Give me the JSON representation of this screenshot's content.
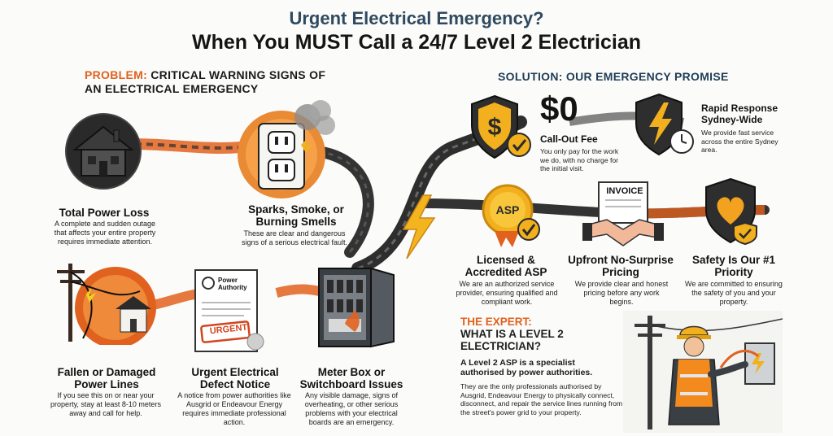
{
  "title": {
    "line1": "Urgent Electrical Emergency?",
    "line2": "When You MUST Call a 24/7 Level 2 Electrician"
  },
  "problem": {
    "heading_keyword": "PROBLEM:",
    "heading_text": "CRITICAL WARNING SIGNS OF AN ELECTRICAL EMERGENCY",
    "items": [
      {
        "label": "Total Power Loss",
        "desc": "A complete and sudden outage that affects your entire property requires immediate attention.",
        "icon": "house-icon"
      },
      {
        "label": "Sparks, Smoke, or Burning Smells",
        "desc": "These are clear and dangerous signs of a serious electrical fault.",
        "icon": "smoking-outlet-icon"
      },
      {
        "label": "Fallen or Damaged Power Lines",
        "desc": "If you see this on or near your property, stay at least 8-10 meters away and call for help.",
        "icon": "fallen-powerline-icon"
      },
      {
        "label": "Urgent Electrical Defect Notice",
        "desc": "A notice from power authorities like Ausgrid or Endeavour Energy requires immediate professional action.",
        "icon": "urgent-notice-icon",
        "doc_header": "Power Authority",
        "stamp": "URGENT"
      },
      {
        "label": "Meter Box or Switchboard Issues",
        "desc": "Any visible damage, signs of overheating, or other serious problems with your electrical boards are an emergency.",
        "icon": "switchboard-icon"
      }
    ]
  },
  "solution": {
    "heading_keyword": "SOLUTION:",
    "heading_text": "OUR EMERGENCY PROMISE",
    "items": [
      {
        "big": "$0",
        "label": "Call-Out Fee",
        "desc": "You only pay for the work we do, with no charge for the initial visit.",
        "icon": "dollar-shield-icon"
      },
      {
        "label": "Rapid Response Sydney-Wide",
        "desc": "We provide fast service across the entire Sydney area.",
        "icon": "lightning-shield-icon"
      },
      {
        "label": "Licensed & Accredited ASP",
        "desc": "We are an authorized service provider, ensuring qualified and compliant work.",
        "icon": "asp-badge-icon",
        "badge": "ASP"
      },
      {
        "label": "Upfront No-Surprise Pricing",
        "desc": "We provide clear and honest pricing before any work begins.",
        "icon": "invoice-handshake-icon",
        "doc_header": "INVOICE"
      },
      {
        "label": "Safety Is Our #1 Priority",
        "desc": "We are committed to ensuring the safety of you and your property.",
        "icon": "heart-shield-icon"
      }
    ]
  },
  "expert": {
    "heading_keyword": "THE EXPERT:",
    "heading_text": "WHAT IS A LEVEL 2 ELECTRICIAN?",
    "p1": "A Level 2 ASP is a specialist authorised by power authorities.",
    "p2": "They are the only professionals authorised by Ausgrid, Endeavour Energy to physically connect, disconnect, and repair the service lines running from the street's power grid to your property.",
    "icon": "electrician-icon"
  },
  "colors": {
    "accent_orange": "#e0621e",
    "navy": "#1f3d57",
    "gold": "#f2b01e",
    "dark": "#2b2b2b"
  }
}
